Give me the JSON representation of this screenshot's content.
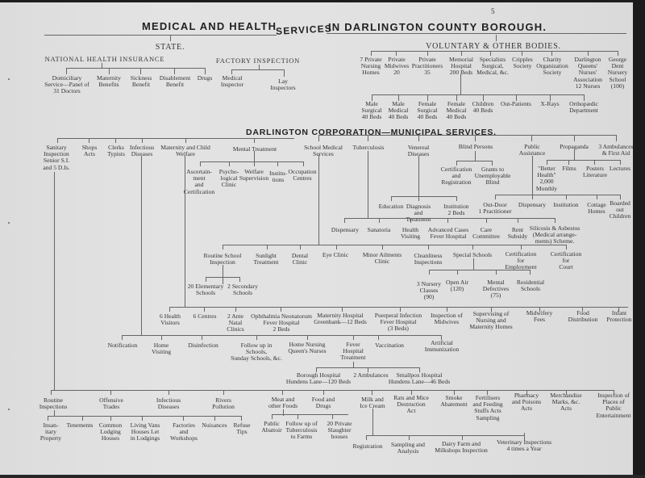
{
  "page_number": "5",
  "title_left": "MEDICAL AND HEALTH",
  "title_services": "SERVICES",
  "title_right": "IN DARLINGTON COUNTY BOROUGH.",
  "state": {
    "label": "STATE.",
    "nhi": {
      "label": "NATIONAL HEALTH INSURANCE",
      "items": [
        "Domiciliary\nService—Panel of\n31 Doctors",
        "Maternity\nBenefits",
        "Sickness\nBenefit",
        "Disablement\nBenefit",
        "Drugs"
      ]
    },
    "factory": {
      "label": "FACTORY INSPECTION",
      "items": [
        "Medical\nInspector",
        "Lay\nInspectors"
      ]
    }
  },
  "voluntary": {
    "label": "VOLUNTARY & OTHER BODIES.",
    "items": [
      "7 Private\nNursing\nHomes",
      "Private\nMidwives\n20",
      "Private\nPractitioners\n35",
      "Memorial\nHospital\n200 Beds",
      "Specialists\nSurgical,\nMedical, &c.",
      "Cripples\nSociety",
      "Charity\nOrganization\nSociety",
      "Darlington\nQueens'\nNurses'\nAssociation\n12 Nurses",
      "George\nDent\nNursery\nSchool\n(100)"
    ],
    "memorial_depts": [
      "Male\nSurgical\n40 Beds",
      "Male\nMedical\n40 Beds",
      "Female\nSurgical\n40 Beds",
      "Female\nMedical\n40 Beds",
      "Children\n40 Beds",
      "Out-Patients",
      "X-Rays",
      "Orthopædic\nDepartment"
    ]
  },
  "municipal": {
    "label": "DARLINGTON CORPORATION—MUNICIPAL SERVICES.",
    "top": [
      "Sanitary\nInspection\nSenior S.I.\nand 5 D.Is.",
      "Shops\nActs",
      "Clerks\nTypists",
      "Infectious\nDiseases",
      "Maternity and Child\nWelfare",
      "Mental Treatment",
      "School Medical\nServices",
      "Tuberculosis",
      "Venereal\nDiseases",
      "Blind Persons",
      "Public\nAssistance",
      "Propaganda",
      "3 Ambulances\n& First Aid"
    ],
    "mental": [
      "Ascertain-\nment\nand\nCertification",
      "Psycho-\nlogical\nClinic",
      "Welfare\nSupervision",
      "Institu-\ntions",
      "Occupation\nCentres"
    ],
    "blind": [
      "Certification\nand\nRegistration",
      "Grants to\nUnemployable\nBlind"
    ],
    "propaganda": [
      "\"Better\nHealth\"\n2,000\nMonthly",
      "Films",
      "Posters\nLiterature",
      "Lectures"
    ],
    "venereal": [
      "Education",
      "Diagnosis\nand\nTreatment",
      "Institution\n2 Beds"
    ],
    "public_assistance": [
      "Out-Door\n1 Practitioner",
      "Dispensary",
      "Institution",
      "Cottage\nHomes",
      "Boarded\nout\nChildren"
    ],
    "tuberculosis": [
      "Dispensary",
      "Sanatoria",
      "Health\nVisiting",
      "Advanced Cases\nFever Hospital",
      "Care\nCommittee",
      "Rent\nSubsidy",
      "Silicosis & Asbestos\n(Medical arrange-\nments) Scheme."
    ],
    "school": [
      "Routine School\nInspection",
      "Sunlight\nTreatment",
      "Dental\nClinic",
      "Eye Clinic",
      "Minor Ailments\nClinic",
      "Cleanliness\nInspections",
      "Special Schools",
      "Certification\nfor\nEmployment",
      "Certification\nfor\nCourt"
    ],
    "routine_school": [
      "20 Elementary\nSchools",
      "2 Secondary\nSchools"
    ],
    "special_schools": [
      "3 Nursery\nClasses\n(90)",
      "Open Air\n(120)",
      "Mental\nDefectives\n(75)",
      "Residential\nSchools"
    ],
    "maternity": [
      "6 Health\nVisitors",
      "6 Centres",
      "2 Ante\nNatal\nClinics",
      "Ophthalmia Neonatorum\nFever Hospital\n2 Beds",
      "Maternity Hospital\nGreenbank—12 Beds",
      "Puerperal Infection\nFever Hospital\n(3 Beds)",
      "Inspection of\nMidwives",
      "Supervising of\nNursing and\nMaternity Homes",
      "Midwifery\nFees",
      "Food\nDistribution",
      "Infant\nProtection"
    ],
    "infectious": [
      "Notification",
      "Home\nVisiting",
      "Disinfection",
      "Follow up in\nSchools,\nSunday Schools, &c.",
      "Home Nursing\nQueen's Nurses",
      "Fever\nHospital\nTreatment",
      "Vaccination",
      "Artificial\nImmunization"
    ],
    "fever": [
      "Borough Hospital\nHundens Lane—120 Beds",
      "2 Ambulances",
      "Smallpox Hospital\nHundens Lane—46 Beds"
    ],
    "sanitary": [
      "Routine\nInspections",
      "Offensive\nTrades",
      "Infectious\nDiseases",
      "Rivers\nPollution",
      "Meat and\nother Foods",
      "Food and\nDrugs",
      "Milk and\nIce Cream",
      "Rats and Mice\nDestruction\nAct",
      "Smoke\nAbatement",
      "Fertilisers\nand Feeding\nStuffs Acts\nSampling",
      "Pharmacy\nand Poisons\nActs",
      "Merchandise\nMarks, &c.\nActs",
      "Inspection of\nPlaces of\nPublic\nEntertainment"
    ],
    "routine_insp": [
      "Insan-\nitary\nProperty",
      "Tenements",
      "Common\nLodging\nHouses",
      "Living Vans\nHouses Let\nin Lodgings",
      "Factories\nand\nWorkshops",
      "Nuisances",
      "Refuse\nTips"
    ],
    "meat": [
      "Public\nAbattoir",
      "Follow up of\nTuberculosis\nto Farms",
      "20 Private\nSlaughter\nhouses"
    ],
    "milk": [
      "Registration",
      "Sampling and\nAnalysis",
      "Dairy Farm and\nMilkshops Inspection",
      "Veterinary Inspections\n4 times a Year"
    ]
  }
}
